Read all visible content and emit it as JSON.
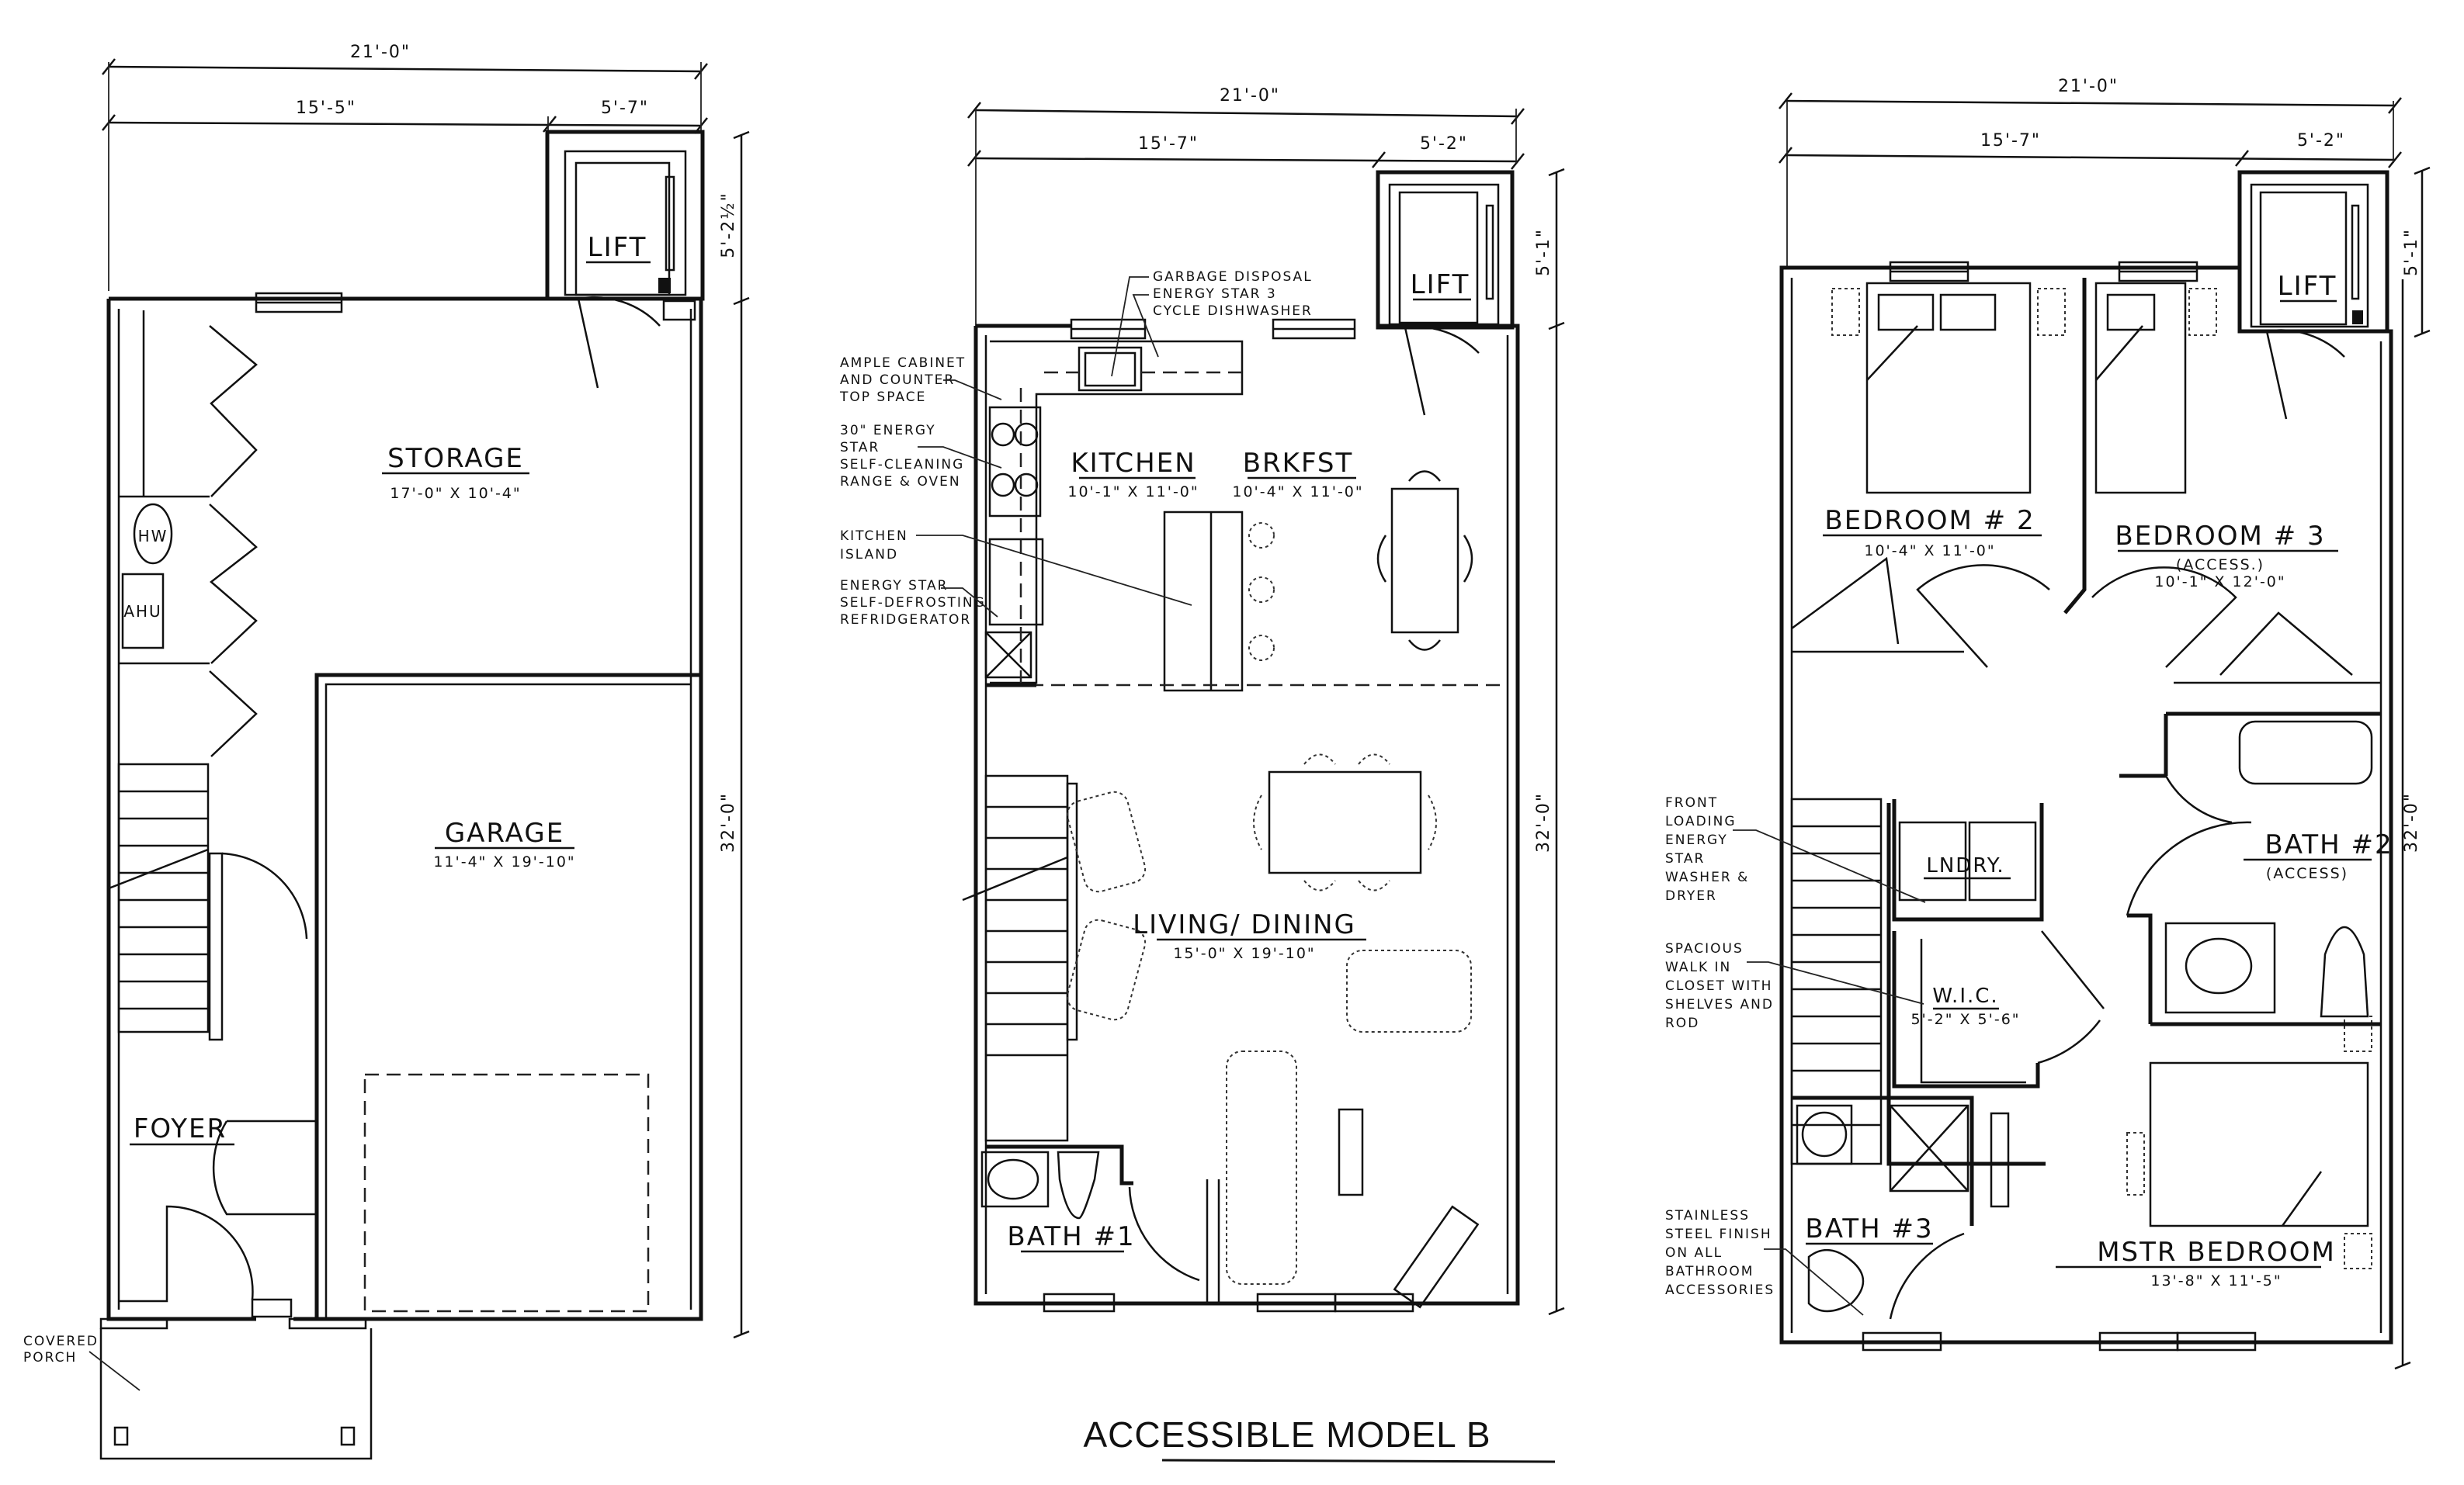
{
  "title": "ACCESSIBLE MODEL B",
  "plans": [
    {
      "id": "first-floor",
      "dims": {
        "overall_width": "21'-0\"",
        "left_width": "15'-5\"",
        "right_width": "5'-7\"",
        "lift_depth": "5'-2½\"",
        "overall_depth": "32'-0\""
      },
      "rooms": [
        {
          "name": "LIFT"
        },
        {
          "name": "STORAGE",
          "size": "17'-0\" X 10'-4\""
        },
        {
          "name": "HW"
        },
        {
          "name": "AHU"
        },
        {
          "name": "GARAGE",
          "size": "11'-4\" X 19'-10\""
        },
        {
          "name": "FOYER"
        }
      ],
      "notes": [
        "COVERED",
        "PORCH"
      ]
    },
    {
      "id": "second-floor",
      "dims": {
        "overall_width": "21'-0\"",
        "left_width": "15'-7\"",
        "right_width": "5'-2\"",
        "lift_depth": "5'-1\"",
        "overall_depth": "32'-0\""
      },
      "rooms": [
        {
          "name": "LIFT"
        },
        {
          "name": "KITCHEN",
          "size": "10'-1\" X 11'-0\""
        },
        {
          "name": "BRKFST",
          "size": "10'-4\" X 11'-0\""
        },
        {
          "name": "LIVING/ DINING",
          "size": "15'-0\" X 19'-10\""
        },
        {
          "name": "BATH #1"
        }
      ],
      "notes": {
        "garbage": [
          "GARBAGE DISPOSAL",
          "ENERGY STAR 3",
          "CYCLE DISHWASHER"
        ],
        "cabinet": [
          "AMPLE CABINET",
          "AND COUNTER",
          "TOP SPACE"
        ],
        "range": [
          "30\" ENERGY",
          "STAR",
          "SELF-CLEANING",
          "RANGE & OVEN"
        ],
        "island": [
          "KITCHEN",
          "ISLAND"
        ],
        "fridge": [
          "ENERGY STAR",
          "SELF-DEFROSTING",
          "REFRIDGERATOR"
        ]
      }
    },
    {
      "id": "third-floor",
      "dims": {
        "overall_width": "21'-0\"",
        "left_width": "15'-7\"",
        "right_width": "5'-2\"",
        "lift_depth": "5'-1\"",
        "overall_depth": "32'-0\""
      },
      "rooms": [
        {
          "name": "LIFT"
        },
        {
          "name": "BEDROOM # 2",
          "size": "10'-4\" X 11'-0\""
        },
        {
          "name": "BEDROOM # 3",
          "sub": "(ACCESS.)",
          "size": "10'-1\" X 12'-0\""
        },
        {
          "name": "BATH #2",
          "sub": "(ACCESS)"
        },
        {
          "name": "LNDRY."
        },
        {
          "name": "W.I.C.",
          "size": "5'-2\" X 5'-6\""
        },
        {
          "name": "BATH #3"
        },
        {
          "name": "MSTR BEDROOM",
          "size": "13'-8\" X 11'-5\""
        }
      ],
      "notes": {
        "washer": [
          "FRONT",
          "LOADING",
          "ENERGY",
          "STAR",
          "WASHER &",
          "DRYER"
        ],
        "closet": [
          "SPACIOUS",
          "WALK IN",
          "CLOSET WITH",
          "SHELVES AND",
          "ROD"
        ],
        "steel": [
          "STAINLESS",
          "STEEL FINISH",
          "ON ALL",
          "BATHROOM",
          "ACCESSORIES"
        ]
      }
    }
  ]
}
